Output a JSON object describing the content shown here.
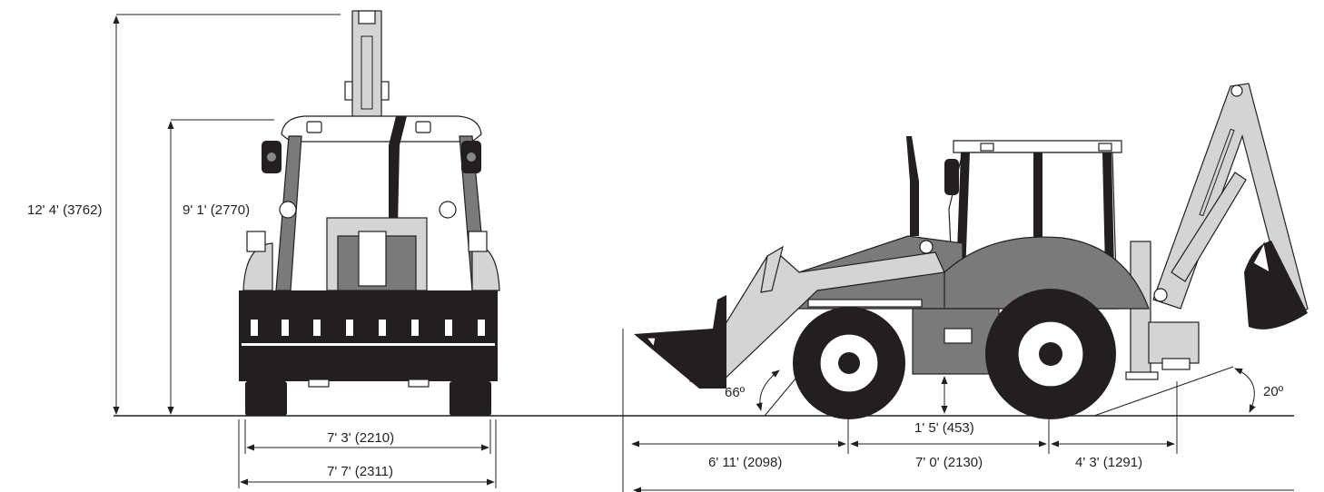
{
  "front_view": {
    "overall_height": "12' 4' (3762)",
    "cab_height": "9' 1' (2770)",
    "track_width": "7'  3' (2210)",
    "overall_width": "7'  7' (2311)"
  },
  "side_view": {
    "dump_angle": "66º",
    "departure_angle": "20º",
    "ground_clearance": "1' 5' (453)",
    "bucket_to_front_axle": "6' 11' (2098)",
    "wheelbase": "7' 0' (2130)",
    "rear_axle_to_stabilizer": "4' 3' (1291)"
  }
}
